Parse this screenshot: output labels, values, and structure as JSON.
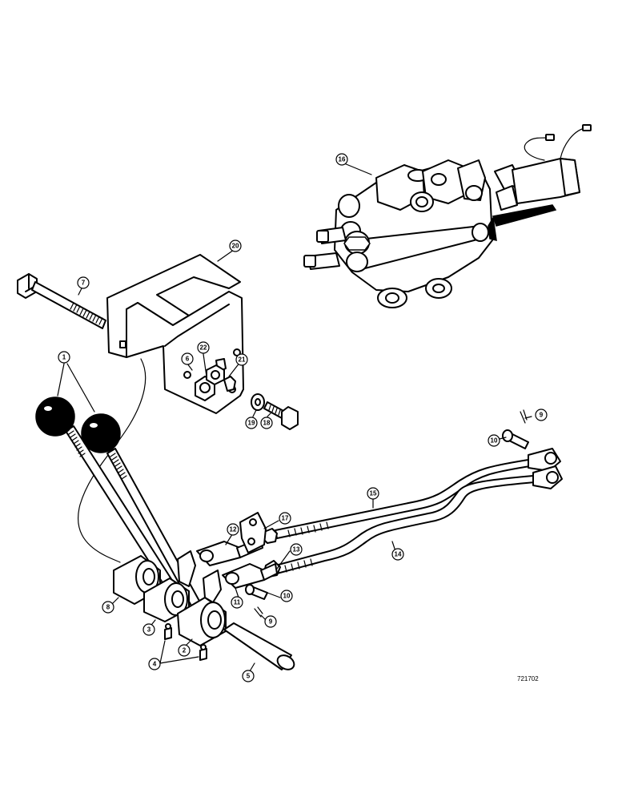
{
  "figure_code": "721702",
  "callouts": [
    {
      "id": "c1",
      "label": "1"
    },
    {
      "id": "c2",
      "label": "2"
    },
    {
      "id": "c3",
      "label": "3"
    },
    {
      "id": "c4",
      "label": "4"
    },
    {
      "id": "c5",
      "label": "5"
    },
    {
      "id": "c6",
      "label": "6"
    },
    {
      "id": "c7",
      "label": "7"
    },
    {
      "id": "c8",
      "label": "8"
    },
    {
      "id": "c9a",
      "label": "9"
    },
    {
      "id": "c9b",
      "label": "9"
    },
    {
      "id": "c10a",
      "label": "10"
    },
    {
      "id": "c10b",
      "label": "10"
    },
    {
      "id": "c11",
      "label": "11"
    },
    {
      "id": "c12",
      "label": "12"
    },
    {
      "id": "c13",
      "label": "13"
    },
    {
      "id": "c14",
      "label": "14"
    },
    {
      "id": "c15",
      "label": "15"
    },
    {
      "id": "c16",
      "label": "16"
    },
    {
      "id": "c17",
      "label": "17"
    },
    {
      "id": "c18",
      "label": "18"
    },
    {
      "id": "c19",
      "label": "19"
    },
    {
      "id": "c20",
      "label": "20"
    },
    {
      "id": "c21",
      "label": "21"
    },
    {
      "id": "c22",
      "label": "22"
    }
  ]
}
